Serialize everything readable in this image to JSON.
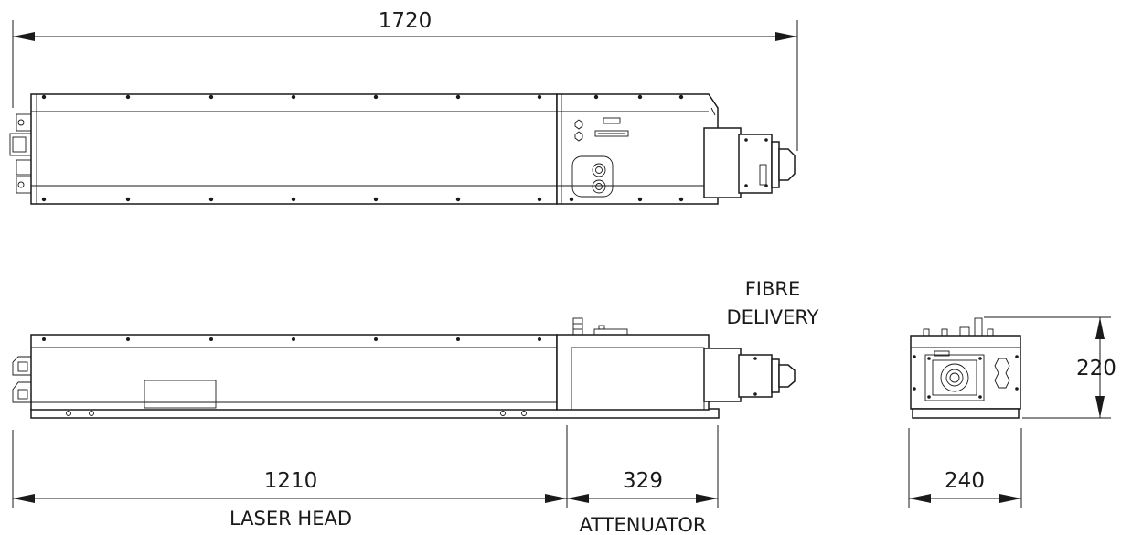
{
  "dimensions": {
    "overall_length": "1720",
    "laser_head_length": "1210",
    "attenuator_length": "329",
    "height": "220",
    "width": "240"
  },
  "labels": {
    "laser_head": "LASER HEAD",
    "attenuator": "ATTENUATOR",
    "fibre_delivery_line1": "FIBRE",
    "fibre_delivery_line2": "DELIVERY"
  }
}
